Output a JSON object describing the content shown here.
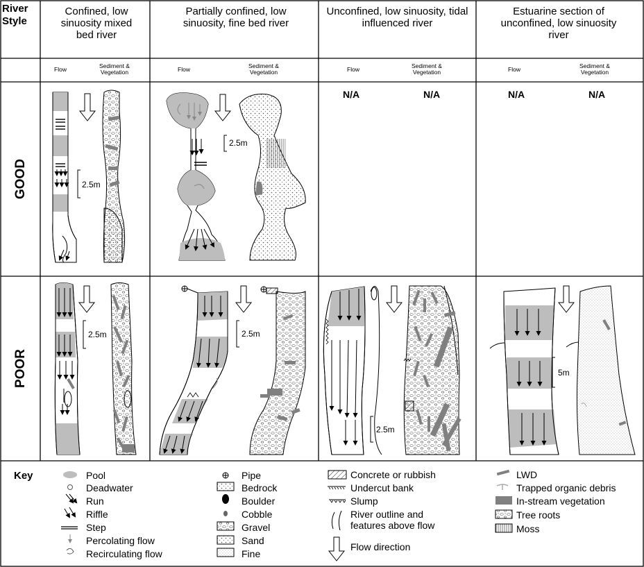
{
  "header": {
    "river_style": "River Style",
    "columns": [
      "Confined, low sinuosity mixed bed river",
      "Partially confined, low sinuosity, fine bed river",
      "Unconfined, low sinuosity, tidal influenced river",
      "Estuarine section of unconfined, low sinuosity river"
    ],
    "flow": "Flow",
    "sediment": "Sediment & Vegetation"
  },
  "rows": {
    "good": "GOOD",
    "poor": "POOR"
  },
  "na": "N/A",
  "scales": {
    "s25": "2.5m",
    "s5": "5m"
  },
  "key": {
    "title": "Key",
    "col1": [
      "Pool",
      "Deadwater",
      "Run",
      "Riffle",
      "Step",
      "Percolating flow",
      "Recirculating flow"
    ],
    "col2": [
      "Pipe",
      "Bedrock",
      "Boulder",
      "Cobble",
      "Gravel",
      "Sand",
      "Fine"
    ],
    "col3": [
      "Concrete or rubbish",
      "Undercut bank",
      "Slump",
      "River outline and features above flow",
      "Flow direction"
    ],
    "col4": [
      "LWD",
      "Trapped organic debris",
      "In-stream vegetation",
      "Tree roots",
      "Moss"
    ]
  },
  "colors": {
    "pool": "#bdbdbd",
    "veg": "#808080",
    "line": "#000000"
  }
}
